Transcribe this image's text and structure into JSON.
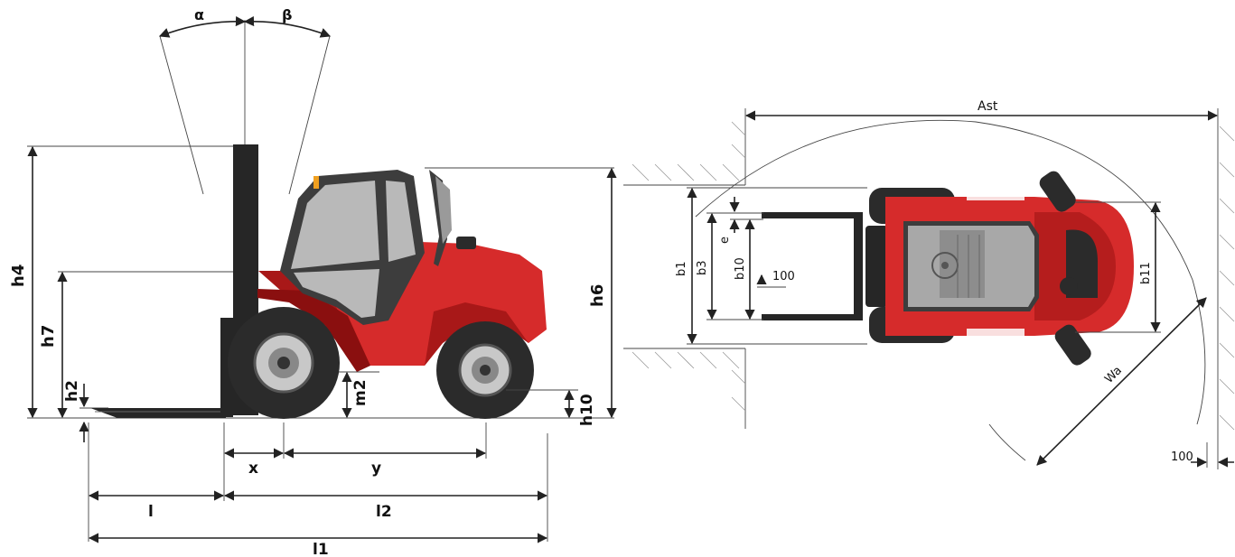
{
  "labels": {
    "alpha": "α",
    "beta": "β",
    "h4": "h4",
    "h7": "h7",
    "h2": "h2",
    "m2": "m2",
    "h6": "h6",
    "h10": "h10",
    "x": "x",
    "y": "y",
    "l": "l",
    "l2": "l2",
    "l1": "l1",
    "ast": "Ast",
    "b1": "b1",
    "b3": "b3",
    "e": "e",
    "b10": "b10",
    "b11": "b11",
    "wa": "Wa",
    "clearance_fork": "100",
    "clearance_side": "100"
  },
  "colors": {
    "body_red": "#d62b2b",
    "dark_red": "#9c1212",
    "tire": "#2b2b2b",
    "rim": "#c8c8c8",
    "cab_frame": "#3d3d3d",
    "glass": "#b9b9b9",
    "mast": "#262626"
  }
}
